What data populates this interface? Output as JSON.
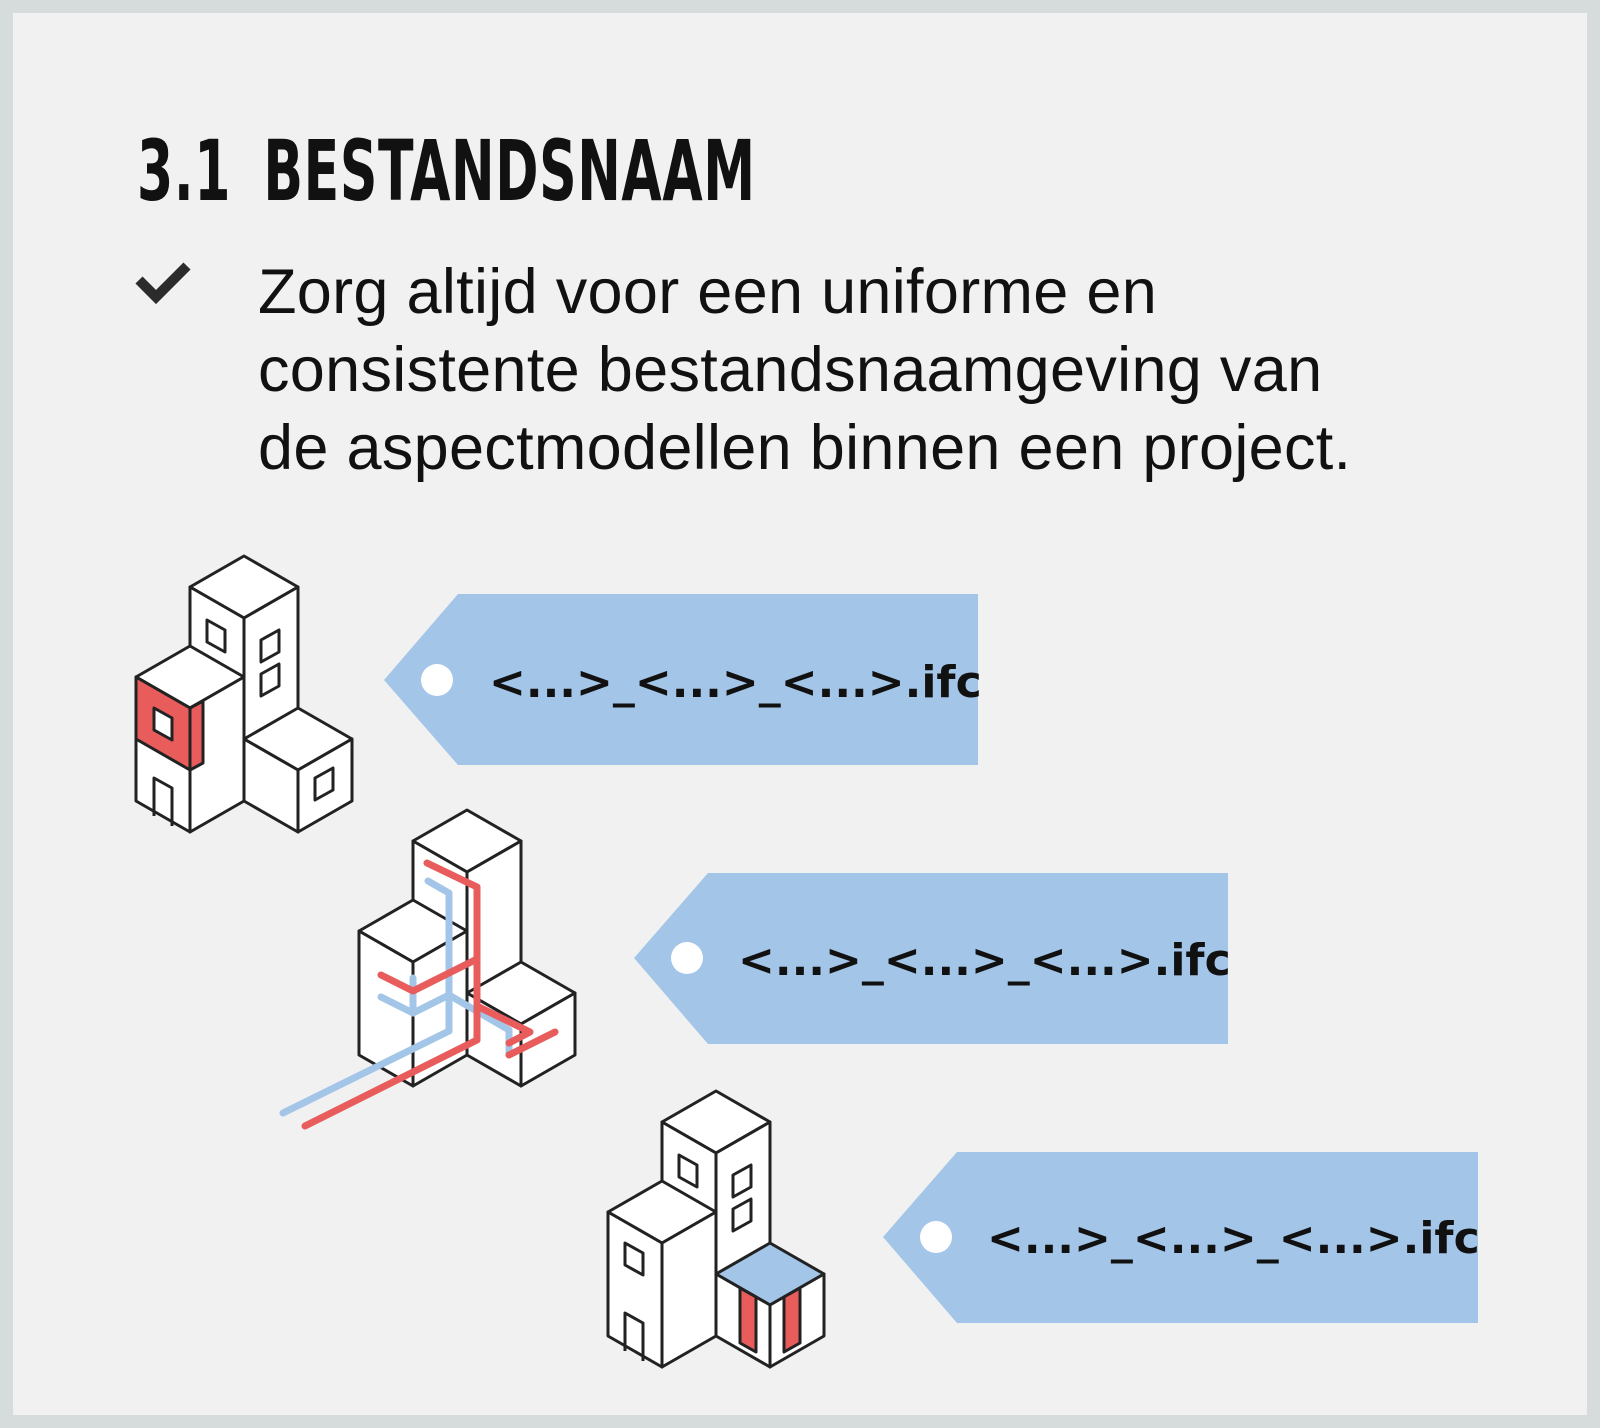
{
  "heading": {
    "number": "3.1",
    "title": "BESTANDSNAAM"
  },
  "guideline": {
    "icon": "checkmark-icon",
    "lines": [
      "Zorg altijd voor een uniforme en",
      "consistente bestandsnaamgeving van",
      "de aspectmodellen binnen een project."
    ]
  },
  "tags": [
    {
      "label": "<...>_<...>_<...>.ifc",
      "model": "architecture-building-icon"
    },
    {
      "label": "<...>_<...>_<...>.ifc",
      "model": "installations-building-icon"
    },
    {
      "label": "<...>_<...>_<...>.ifc",
      "model": "construction-building-icon"
    }
  ],
  "colors": {
    "tag_fill": "#a3c5e8",
    "accent_red": "#e85c5c",
    "accent_blue": "#a3c5e8",
    "line": "#222222",
    "background": "#f1f1f1",
    "border": "#d6dcdb"
  }
}
